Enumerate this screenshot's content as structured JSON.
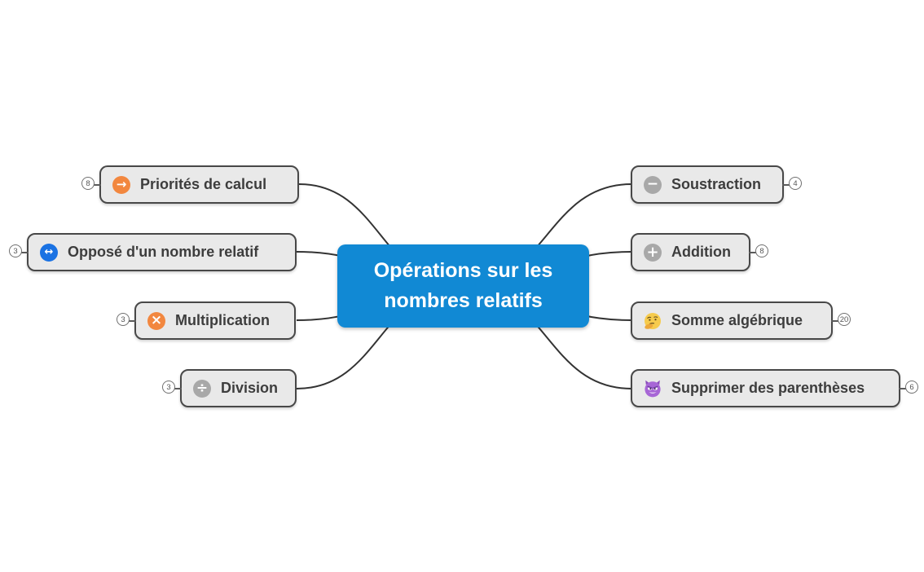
{
  "root": {
    "label": "Opérations sur les nombres relatifs",
    "bg_color": "#1189d4",
    "text_color": "#ffffff"
  },
  "nodes": {
    "left": [
      {
        "label": "Priorités de calcul",
        "badge": "8",
        "icon": "arrow-right-icon",
        "icon_glyph": "→",
        "icon_color": "#f2873f"
      },
      {
        "label": "Opposé d'un nombre relatif",
        "badge": "3",
        "icon": "left-right-arrow-icon",
        "icon_glyph": "↔",
        "icon_color": "#1a72e3"
      },
      {
        "label": "Multiplication",
        "badge": "3",
        "icon": "multiply-icon",
        "icon_glyph": "×",
        "icon_color": "#f2873f"
      },
      {
        "label": "Division",
        "badge": "3",
        "icon": "divide-icon",
        "icon_glyph": "÷",
        "icon_color": "#a8a8a8"
      }
    ],
    "right": [
      {
        "label": "Soustraction",
        "badge": "4",
        "icon": "minus-icon",
        "icon_glyph": "−",
        "icon_color": "#a8a8a8"
      },
      {
        "label": "Addition",
        "badge": "8",
        "icon": "plus-icon",
        "icon_glyph": "+",
        "icon_color": "#a8a8a8"
      },
      {
        "label": "Somme algébrique",
        "badge": "20",
        "icon": "thinking-face-icon",
        "icon_glyph": "",
        "icon_color": "#f6cb4d"
      },
      {
        "label": "Supprimer des parenthèses",
        "badge": "6",
        "icon": "devil-face-icon",
        "icon_glyph": "",
        "icon_color": "#a766d6"
      }
    ]
  },
  "style": {
    "node_bg": "#e9e9e9",
    "node_border": "#484848",
    "node_text": "#3d3d3d",
    "connector_color": "#333333",
    "badge_border": "#707070",
    "badge_text": "#555555",
    "background": "#ffffff"
  }
}
